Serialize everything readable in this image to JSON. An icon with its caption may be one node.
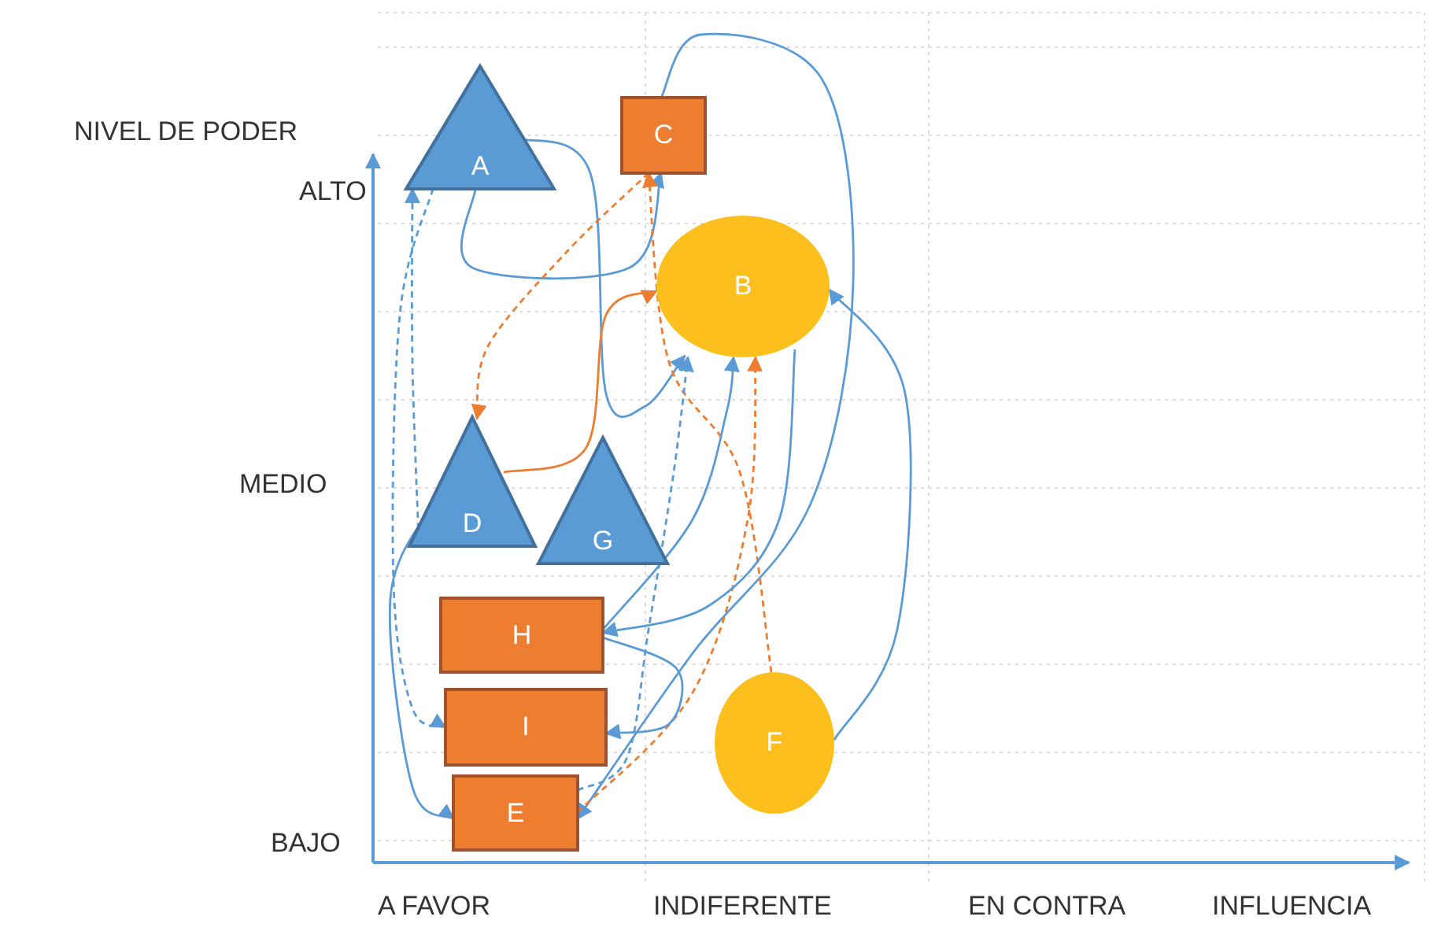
{
  "diagram": {
    "nodes": [
      {
        "text": [
          "A"
        ]
      },
      {
        "text": [
          "C"
        ]
      },
      {
        "text": [
          "B"
        ]
      },
      {
        "text": [
          "D"
        ]
      },
      {
        "text": [
          "G"
        ]
      },
      {
        "text": [
          "H"
        ]
      },
      {
        "text": [
          "I"
        ]
      },
      {
        "text": [
          "F"
        ]
      },
      {
        "text": [
          "E"
        ]
      }
    ],
    "edges": [
      {
        "from": 0,
        "to": 1,
        "arrow": "to"
      },
      {
        "from": 1,
        "to": 8,
        "arrow": "to"
      },
      {
        "from": 0,
        "to": 2,
        "arrow": "to"
      },
      {
        "from": 7,
        "to": 2,
        "arrow": "to"
      },
      {
        "from": 1,
        "to": 3,
        "arrow": "to",
        "style": "dashed",
        "color": "#ed7d31"
      },
      {
        "from": 3,
        "to": 2,
        "arrow": "to",
        "color": "#ed7d31"
      },
      {
        "from": 7,
        "to": 1,
        "arrow": "to",
        "style": "dashed",
        "color": "#ed7d31"
      },
      {
        "from": 8,
        "to": 2,
        "arrow": "to",
        "style": "dashed",
        "color": "#ed7d31"
      },
      {
        "from": 5,
        "to": 2,
        "arrow": "to"
      },
      {
        "from": 5,
        "to": 6,
        "arrow": "to"
      },
      {
        "from": 3,
        "to": 0,
        "arrow": "to",
        "style": "dashed"
      },
      {
        "from": 0,
        "to": 6,
        "arrow": "to",
        "style": "dashed"
      },
      {
        "from": 3,
        "to": 8,
        "arrow": "to"
      },
      {
        "from": 8,
        "to": 2,
        "arrow": "to",
        "style": "dashed"
      },
      {
        "from": 2,
        "to": 5,
        "arrow": "to"
      }
    ],
    "labels": [
      "NIVEL DE PODER",
      "ALTO",
      "MEDIO",
      "BAJO",
      "A FAVOR",
      "INDIFERENTE",
      "EN CONTRA",
      "INFLUENCIA"
    ]
  }
}
